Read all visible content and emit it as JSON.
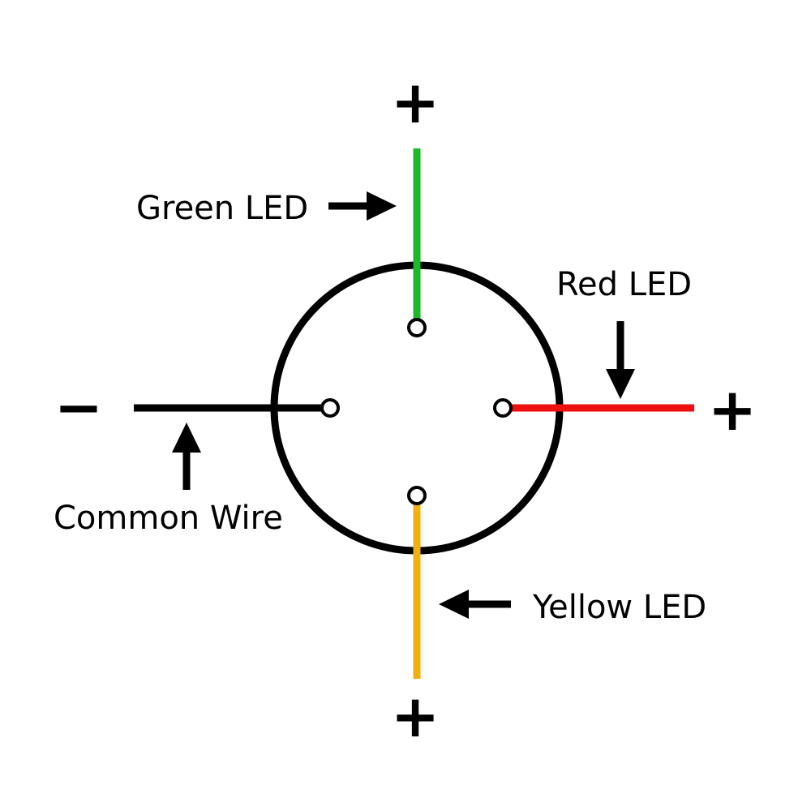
{
  "diagram": {
    "title": "LED wiring diagram",
    "labels": {
      "green": "Green LED",
      "red": "Red LED",
      "yellow": "Yellow LED",
      "common": "Common Wire"
    },
    "signs": {
      "green_terminal": "+",
      "red_terminal": "+",
      "yellow_terminal": "+",
      "common_terminal": "−"
    },
    "colors": {
      "green_wire": "#1eb928",
      "red_wire": "#ee0f0f",
      "yellow_wire": "#f0b00e",
      "common_wire": "#000000",
      "body_outline": "#000000",
      "background": "#ffffff"
    }
  }
}
